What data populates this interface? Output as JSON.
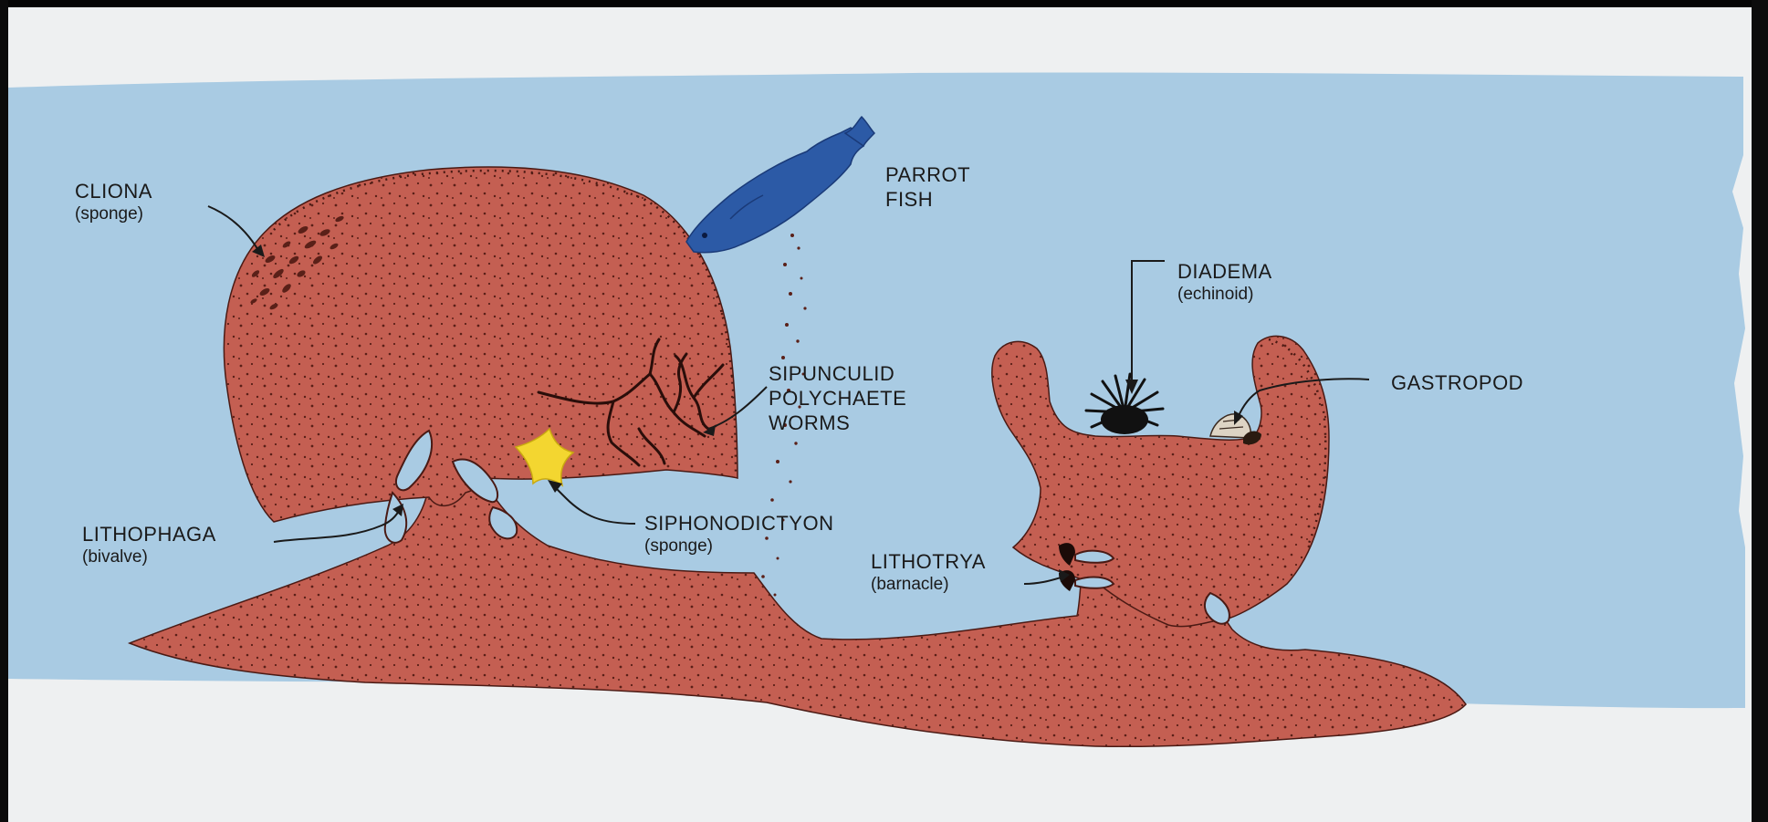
{
  "labels": {
    "cliona": {
      "name": "CLIONA",
      "sub": "(sponge)"
    },
    "parrot_fish": {
      "line1": "PARROT",
      "line2": "FISH"
    },
    "worms": {
      "line1": "SIPUNCULID",
      "line2": "POLYCHAETE",
      "line3": "WORMS"
    },
    "diadema": {
      "name": "DIADEMA",
      "sub": "(echinoid)"
    },
    "gastropod": {
      "name": "GASTROPOD"
    },
    "lithophaga": {
      "name": "LITHOPHAGA",
      "sub": "(bivalve)"
    },
    "siphonodictyon": {
      "name": "SIPHONODICTYON",
      "sub": "(sponge)"
    },
    "lithotrya": {
      "name": "LITHOTRYA",
      "sub": "(barnacle)"
    }
  },
  "colors": {
    "water": "#a9cbe3",
    "coral": "#c45f52",
    "coral_dots": "#5a2018",
    "fish": "#2c5aa6",
    "siphonodictyon": "#f3d630",
    "paper": "#eef0f1",
    "ink": "#1a1a1a"
  }
}
